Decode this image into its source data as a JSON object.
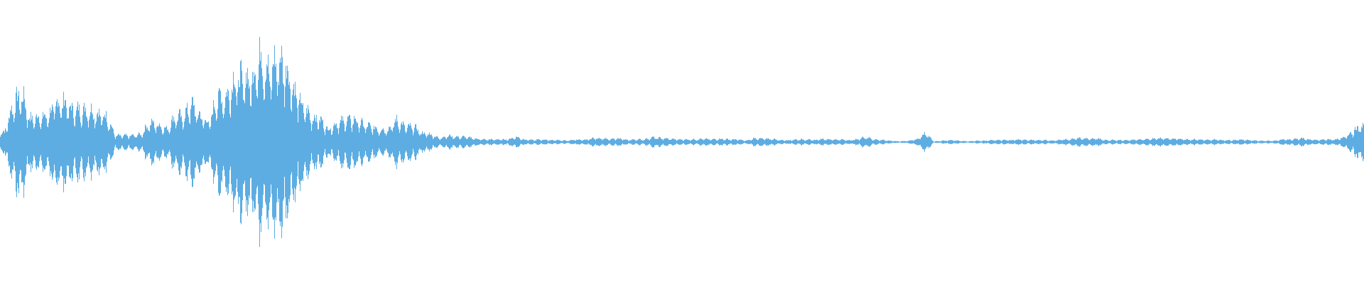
{
  "waveform": {
    "color": "#5dade2",
    "background": "#ffffff",
    "envelope": [
      0.08,
      0.3,
      0.38,
      0.18,
      0.2,
      0.2,
      0.3,
      0.32,
      0.25,
      0.25,
      0.25,
      0.22,
      0.2,
      0.05,
      0.05,
      0.05,
      0.06,
      0.15,
      0.14,
      0.1,
      0.2,
      0.2,
      0.3,
      0.2,
      0.15,
      0.36,
      0.35,
      0.5,
      0.5,
      0.5,
      0.69,
      0.55,
      0.65,
      0.6,
      0.4,
      0.28,
      0.2,
      0.18,
      0.1,
      0.15,
      0.17,
      0.18,
      0.14,
      0.12,
      0.1,
      0.1,
      0.17,
      0.12,
      0.12,
      0.07,
      0.06,
      0.03,
      0.05,
      0.04,
      0.04,
      0.03,
      0.02,
      0.02,
      0.02,
      0.02,
      0.04,
      0.02,
      0.015,
      0.02,
      0.015,
      0.015,
      0.01,
      0.02,
      0.015,
      0.03,
      0.03,
      0.02,
      0.03,
      0.015,
      0.02,
      0.02,
      0.035,
      0.03,
      0.025,
      0.02,
      0.02,
      0.02,
      0.025,
      0.02,
      0.025,
      0.02,
      0.02,
      0.01,
      0.03,
      0.025,
      0.025,
      0.015,
      0.015,
      0.02,
      0.02,
      0.015,
      0.025,
      0.02,
      0.02,
      0.015,
      0.02,
      0.04,
      0.02,
      0.015,
      0.01,
      0.005,
      0.01,
      0.02,
      0.07,
      0.005,
      0.01,
      0.015,
      0.01,
      0.005,
      0.01,
      0.01,
      0.015,
      0.015,
      0.015,
      0.02,
      0.015,
      0.015,
      0.015,
      0.01,
      0.02,
      0.02,
      0.03,
      0.025,
      0.03,
      0.015,
      0.015,
      0.015,
      0.015,
      0.02,
      0.02,
      0.03,
      0.03,
      0.025,
      0.025,
      0.02,
      0.02,
      0.015,
      0.02,
      0.015,
      0.015,
      0.02,
      0.015,
      0.01,
      0.01,
      0.01,
      0.02,
      0.02,
      0.03,
      0.02,
      0.015,
      0.02,
      0.02,
      0.03,
      0.08,
      0.12
    ]
  }
}
